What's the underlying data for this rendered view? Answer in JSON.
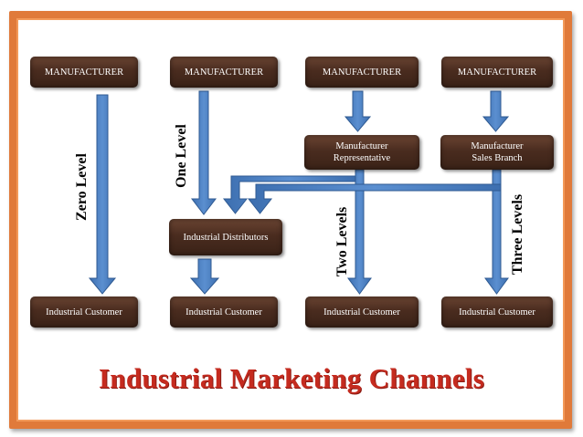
{
  "diagram": {
    "manufacturers": [
      "MANUFACTURER",
      "MANUFACTURER",
      "MANUFACTURER",
      "MANUFACTURER"
    ],
    "intermediaries": {
      "representative": "Manufacturer\nRepresentative",
      "sales_branch": "Manufacturer\nSales Branch",
      "distributors": "Industrial Distributors"
    },
    "customers": [
      "Industrial Customer",
      "Industrial Customer",
      "Industrial Customer",
      "Industrial Customer"
    ],
    "levels": {
      "zero": "Zero Level",
      "one": "One Level",
      "two": "Two Levels",
      "three": "Three Levels"
    },
    "title": "Industrial Marketing Channels"
  },
  "colors": {
    "frame": "#e07a3a",
    "box": "#4a2c1f",
    "arrow": "#4a7fc1",
    "title": "#c52b1f"
  }
}
